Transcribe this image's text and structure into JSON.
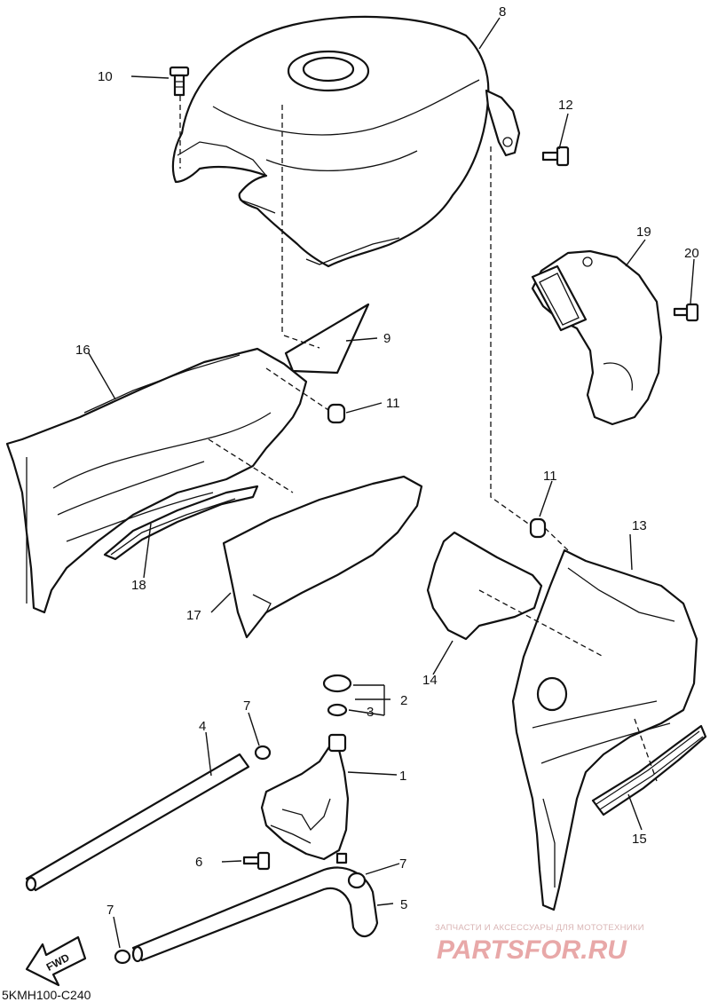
{
  "diagram_code": "5KMH100-C240",
  "direction_label": "FWD",
  "watermark": {
    "subtitle": "ЗАПЧАСТИ И АКСЕССУАРЫ ДЛЯ МОТОТЕХНИКИ",
    "brand": "PARTSFOR.RU"
  },
  "callouts": {
    "c1": "1",
    "c2": "2",
    "c3": "3",
    "c4": "4",
    "c5": "5",
    "c6": "6",
    "c7a": "7",
    "c7b": "7",
    "c7c": "7",
    "c8": "8",
    "c9": "9",
    "c10": "10",
    "c11a": "11",
    "c11b": "11",
    "c12": "12",
    "c13": "13",
    "c14": "14",
    "c15": "15",
    "c16": "16",
    "c17": "17",
    "c18": "18",
    "c19": "19",
    "c20": "20"
  }
}
